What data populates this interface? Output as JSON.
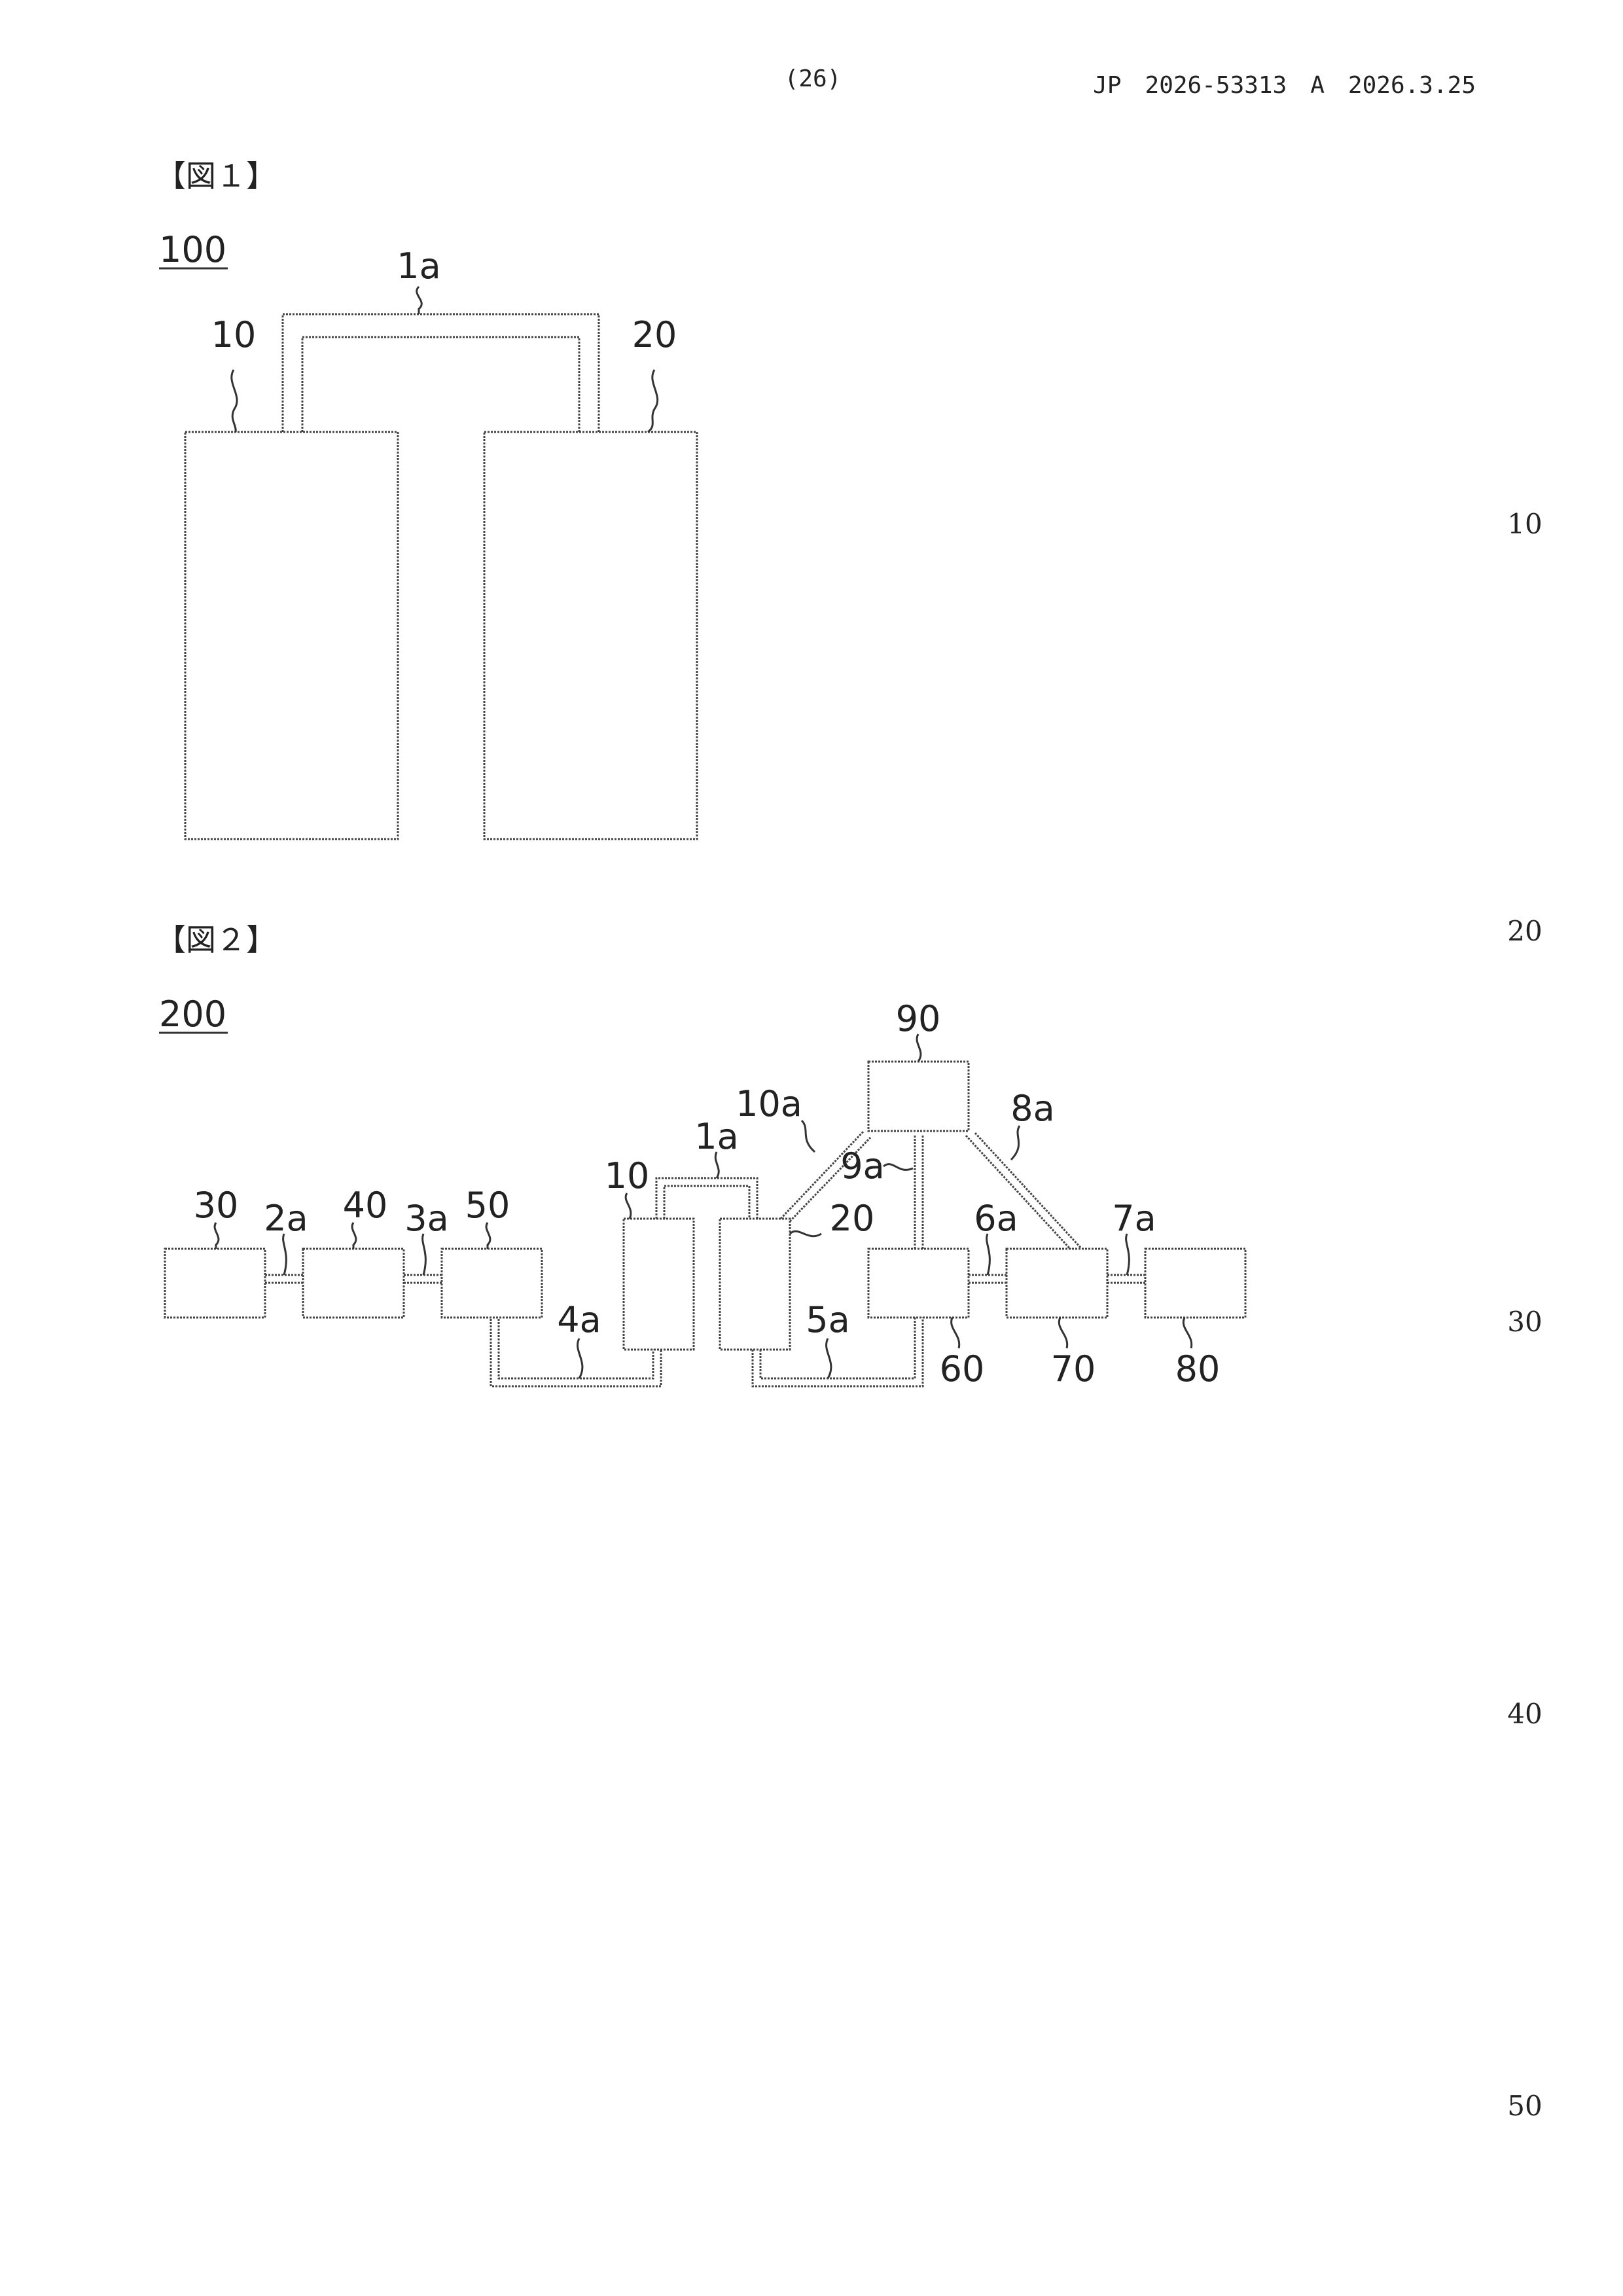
{
  "header": {
    "page_number": "(26)",
    "publication": "JP　2026-53313　A　2026.3.25"
  },
  "line_numbers": [
    "10",
    "20",
    "30",
    "40",
    "50"
  ],
  "figure1": {
    "caption": "【図１】",
    "ref": "100",
    "labels": {
      "pipe": "1a",
      "left": "10",
      "right": "20"
    }
  },
  "figure2": {
    "caption": "【図２】",
    "ref": "200",
    "labels": {
      "b30": "30",
      "b40": "40",
      "b50": "50",
      "b10": "10",
      "b20": "20",
      "b60": "60",
      "b70": "70",
      "b80": "80",
      "b90": "90",
      "p1a": "1a",
      "p2a": "2a",
      "p3a": "3a",
      "p4a": "4a",
      "p5a": "5a",
      "p6a": "6a",
      "p7a": "7a",
      "p8a": "8a",
      "p9a": "9a",
      "p10a": "10a"
    }
  }
}
